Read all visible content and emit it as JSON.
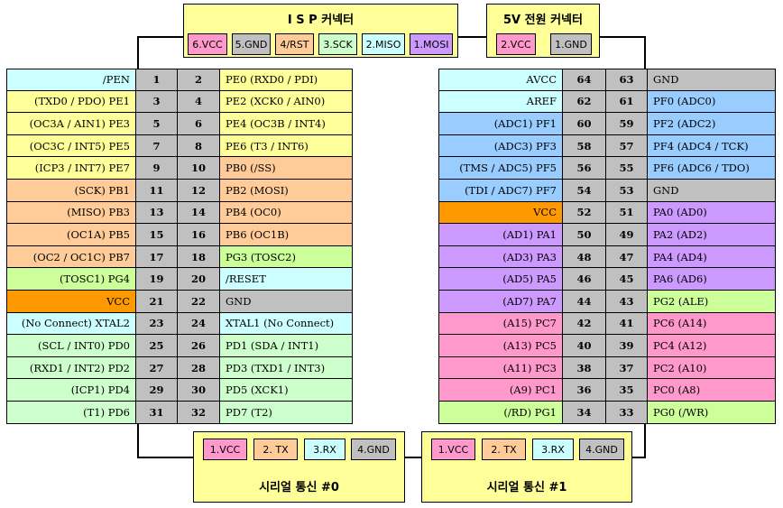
{
  "colors": {
    "cyan": "#ccffff",
    "yellow": "#ffff99",
    "orange": "#ffcc99",
    "green": "#ccffcc",
    "lime": "#ccff99",
    "amber": "#ff9900",
    "gray": "#c0c0c0",
    "blue": "#99ccff",
    "purple": "#cc99ff",
    "pink": "#ff99cc",
    "white": "#ffffff"
  },
  "isp": {
    "title": "I S P 커넥터",
    "pins": [
      {
        "label": "6.VCC",
        "color": "#ff99cc"
      },
      {
        "label": "5.GND",
        "color": "#c0c0c0"
      },
      {
        "label": "4/RST",
        "color": "#ffcc99"
      },
      {
        "label": "3.SCK",
        "color": "#ccffcc"
      },
      {
        "label": "2.MISO",
        "color": "#ccffff"
      },
      {
        "label": "1.MOSI",
        "color": "#cc99ff"
      }
    ]
  },
  "power": {
    "title": "5V 전원 커넥터",
    "pins": [
      {
        "label": "2.VCC",
        "color": "#ff99cc"
      },
      {
        "label": "1.GND",
        "color": "#c0c0c0"
      }
    ]
  },
  "serial0": {
    "title": "시리얼 통신 #0",
    "pins": [
      {
        "label": "1.VCC",
        "color": "#ff99cc"
      },
      {
        "label": "2. TX",
        "color": "#ffcc99"
      },
      {
        "label": "3.RX",
        "color": "#ccffff"
      },
      {
        "label": "4.GND",
        "color": "#c0c0c0"
      }
    ]
  },
  "serial1": {
    "title": "시리얼 통신 #1",
    "pins": [
      {
        "label": "1.VCC",
        "color": "#ff99cc"
      },
      {
        "label": "2. TX",
        "color": "#ffcc99"
      },
      {
        "label": "3.RX",
        "color": "#ccffff"
      },
      {
        "label": "4.GND",
        "color": "#c0c0c0"
      }
    ]
  },
  "left_header": [
    {
      "l": "/PEN",
      "lc": "#ccffff",
      "p1": "1",
      "p2": "2",
      "r": "PE0    (RXD0 / PDI)",
      "rc": "#ffff99"
    },
    {
      "l": "(TXD0 / PDO)    PE1",
      "lc": "#ffff99",
      "p1": "3",
      "p2": "4",
      "r": "PE2    (XCK0 / AIN0)",
      "rc": "#ffff99"
    },
    {
      "l": "(OC3A / AIN1)    PE3",
      "lc": "#ffff99",
      "p1": "5",
      "p2": "6",
      "r": "PE4    (OC3B / INT4)",
      "rc": "#ffff99"
    },
    {
      "l": "(OC3C / INT5)    PE5",
      "lc": "#ffff99",
      "p1": "7",
      "p2": "8",
      "r": "PE6    (T3 / INT6)",
      "rc": "#ffff99"
    },
    {
      "l": "(ICP3 / INT7)    PE7",
      "lc": "#ffff99",
      "p1": "9",
      "p2": "10",
      "r": "PB0    (/SS)",
      "rc": "#ffcc99"
    },
    {
      "l": "(SCK)    PB1",
      "lc": "#ffcc99",
      "p1": "11",
      "p2": "12",
      "r": "PB2    (MOSI)",
      "rc": "#ffcc99"
    },
    {
      "l": "(MISO)    PB3",
      "lc": "#ffcc99",
      "p1": "13",
      "p2": "14",
      "r": "PB4    (OC0)",
      "rc": "#ffcc99"
    },
    {
      "l": "(OC1A)    PB5",
      "lc": "#ffcc99",
      "p1": "15",
      "p2": "16",
      "r": "PB6    (OC1B)",
      "rc": "#ffcc99"
    },
    {
      "l": "(OC2 / OC1C)    PB7",
      "lc": "#ffcc99",
      "p1": "17",
      "p2": "18",
      "r": "PG3    (TOSC2)",
      "rc": "#ccff99"
    },
    {
      "l": "(TOSC1)    PG4",
      "lc": "#ccff99",
      "p1": "19",
      "p2": "20",
      "r": "/RESET",
      "rc": "#ccffff"
    },
    {
      "l": "VCC",
      "lc": "#ff9900",
      "p1": "21",
      "p2": "22",
      "r": "GND",
      "rc": "#c0c0c0"
    },
    {
      "l": "(No Connect) XTAL2",
      "lc": "#ccffff",
      "p1": "23",
      "p2": "24",
      "r": "XTAL1 (No Connect)",
      "rc": "#ccffff"
    },
    {
      "l": "(SCL / INT0)    PD0",
      "lc": "#ccffcc",
      "p1": "25",
      "p2": "26",
      "r": "PD1    (SDA / INT1)",
      "rc": "#ccffcc"
    },
    {
      "l": "(RXD1 / INT2)    PD2",
      "lc": "#ccffcc",
      "p1": "27",
      "p2": "28",
      "r": "PD3    (TXD1 / INT3)",
      "rc": "#ccffcc"
    },
    {
      "l": "(ICP1)    PD4",
      "lc": "#ccffcc",
      "p1": "29",
      "p2": "30",
      "r": "PD5    (XCK1)",
      "rc": "#ccffcc"
    },
    {
      "l": "(T1)    PD6",
      "lc": "#ccffcc",
      "p1": "31",
      "p2": "32",
      "r": "PD7    (T2)",
      "rc": "#ccffcc"
    }
  ],
  "right_header": [
    {
      "l": "AVCC",
      "lc": "#ccffff",
      "p1": "64",
      "p2": "63",
      "r": "GND",
      "rc": "#c0c0c0"
    },
    {
      "l": "AREF",
      "lc": "#ccffff",
      "p1": "62",
      "p2": "61",
      "r": "PF0    (ADC0)",
      "rc": "#99ccff"
    },
    {
      "l": "(ADC1)    PF1",
      "lc": "#99ccff",
      "p1": "60",
      "p2": "59",
      "r": "PF2    (ADC2)",
      "rc": "#99ccff"
    },
    {
      "l": "(ADC3)    PF3",
      "lc": "#99ccff",
      "p1": "58",
      "p2": "57",
      "r": "PF4    (ADC4 / TCK)",
      "rc": "#99ccff"
    },
    {
      "l": "(TMS / ADC5)    PF5",
      "lc": "#99ccff",
      "p1": "56",
      "p2": "55",
      "r": "PF6    (ADC6 / TDO)",
      "rc": "#99ccff"
    },
    {
      "l": "(TDI / ADC7)    PF7",
      "lc": "#99ccff",
      "p1": "54",
      "p2": "53",
      "r": "GND",
      "rc": "#c0c0c0"
    },
    {
      "l": "VCC",
      "lc": "#ff9900",
      "p1": "52",
      "p2": "51",
      "r": "PA0    (AD0)",
      "rc": "#cc99ff"
    },
    {
      "l": "(AD1)    PA1",
      "lc": "#cc99ff",
      "p1": "50",
      "p2": "49",
      "r": "PA2    (AD2)",
      "rc": "#cc99ff"
    },
    {
      "l": "(AD3)    PA3",
      "lc": "#cc99ff",
      "p1": "48",
      "p2": "47",
      "r": "PA4    (AD4)",
      "rc": "#cc99ff"
    },
    {
      "l": "(AD5)    PA5",
      "lc": "#cc99ff",
      "p1": "46",
      "p2": "45",
      "r": "PA6    (AD6)",
      "rc": "#cc99ff"
    },
    {
      "l": "(AD7)    PA7",
      "lc": "#cc99ff",
      "p1": "44",
      "p2": "43",
      "r": "PG2    (ALE)",
      "rc": "#ccff99"
    },
    {
      "l": "(A15)    PC7",
      "lc": "#ff99cc",
      "p1": "42",
      "p2": "41",
      "r": "PC6    (A14)",
      "rc": "#ff99cc"
    },
    {
      "l": "(A13)    PC5",
      "lc": "#ff99cc",
      "p1": "40",
      "p2": "39",
      "r": "PC4    (A12)",
      "rc": "#ff99cc"
    },
    {
      "l": "(A11)    PC3",
      "lc": "#ff99cc",
      "p1": "38",
      "p2": "37",
      "r": "PC2    (A10)",
      "rc": "#ff99cc"
    },
    {
      "l": "(A9)    PC1",
      "lc": "#ff99cc",
      "p1": "36",
      "p2": "35",
      "r": "PC0    (A8)",
      "rc": "#ff99cc"
    },
    {
      "l": "(/RD)    PG1",
      "lc": "#ccff99",
      "p1": "34",
      "p2": "33",
      "r": "PG0    (/WR)",
      "rc": "#ccff99"
    }
  ]
}
